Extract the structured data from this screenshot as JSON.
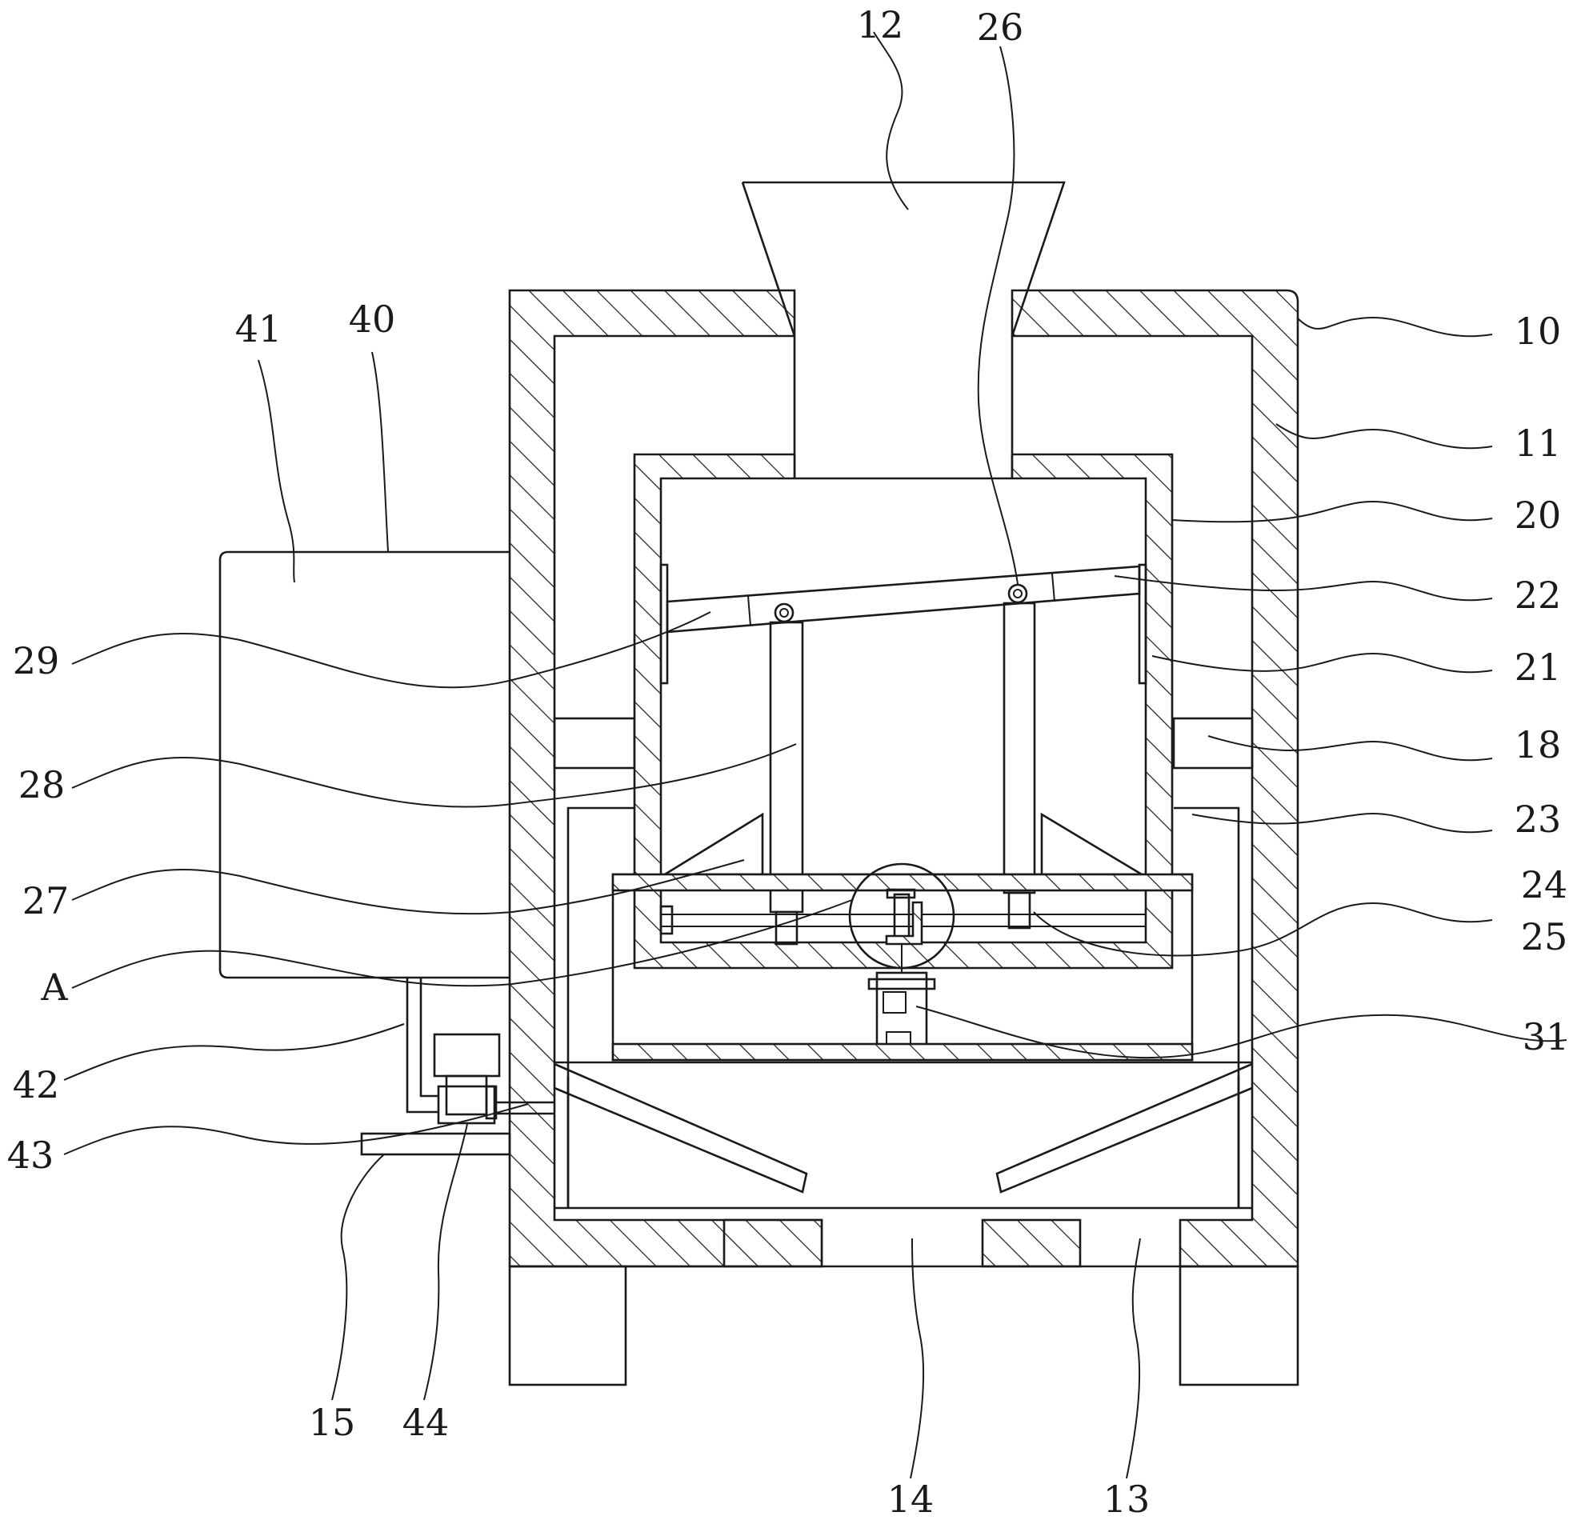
{
  "figure": {
    "labels": [
      {
        "id": "12",
        "text": "12"
      },
      {
        "id": "26",
        "text": "26"
      },
      {
        "id": "41",
        "text": "41"
      },
      {
        "id": "40",
        "text": "40"
      },
      {
        "id": "10",
        "text": "10"
      },
      {
        "id": "11",
        "text": "11"
      },
      {
        "id": "20",
        "text": "20"
      },
      {
        "id": "22",
        "text": "22"
      },
      {
        "id": "29",
        "text": "29"
      },
      {
        "id": "21",
        "text": "21"
      },
      {
        "id": "18",
        "text": "18"
      },
      {
        "id": "28",
        "text": "28"
      },
      {
        "id": "23",
        "text": "23"
      },
      {
        "id": "24",
        "text": "24"
      },
      {
        "id": "27",
        "text": "27"
      },
      {
        "id": "25",
        "text": "25"
      },
      {
        "id": "A",
        "text": "A"
      },
      {
        "id": "31",
        "text": "31"
      },
      {
        "id": "42",
        "text": "42"
      },
      {
        "id": "43",
        "text": "43"
      },
      {
        "id": "15",
        "text": "15"
      },
      {
        "id": "44",
        "text": "44"
      },
      {
        "id": "14",
        "text": "14"
      },
      {
        "id": "13",
        "text": "13"
      }
    ]
  }
}
